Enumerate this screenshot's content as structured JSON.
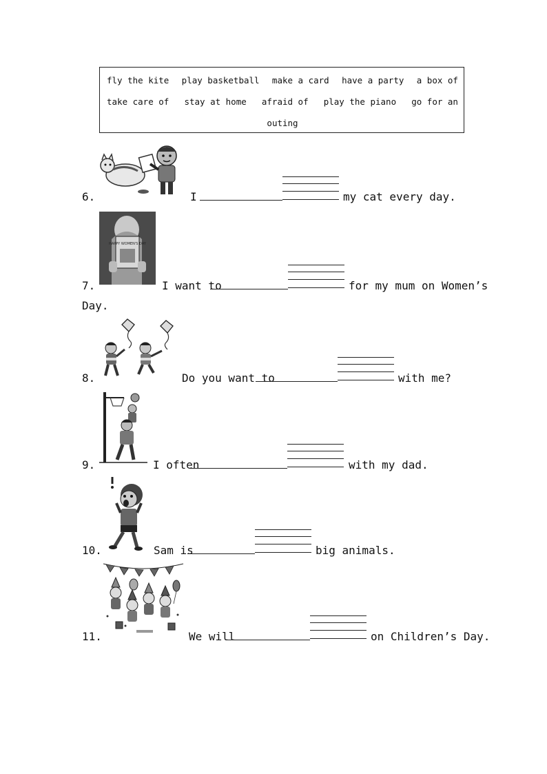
{
  "word_bank": {
    "row1": [
      "fly the kite",
      "play basketball",
      "make a card",
      "have a party",
      "a box of"
    ],
    "row2": [
      "take care of",
      "stay at home",
      "afraid of",
      "play the piano",
      "go for an"
    ],
    "row3": [
      "outing"
    ]
  },
  "questions": [
    {
      "num": "6.",
      "before": "I",
      "after": "my cat every day.",
      "cont": ""
    },
    {
      "num": "7.",
      "before": "I want to",
      "after": "for my mum on Women’s",
      "cont": "Day."
    },
    {
      "num": "8.",
      "before": "Do you want to",
      "after": "with me?",
      "cont": ""
    },
    {
      "num": "9.",
      "before": "I often",
      "after": "with my dad.",
      "cont": ""
    },
    {
      "num": "10.",
      "before": "Sam is",
      "after": "big animals.",
      "cont": ""
    },
    {
      "num": "11.",
      "before": "We will",
      "after": "on Children’s Day.",
      "cont": ""
    }
  ],
  "card_text": "HAPPY WOMEN'S DAY"
}
